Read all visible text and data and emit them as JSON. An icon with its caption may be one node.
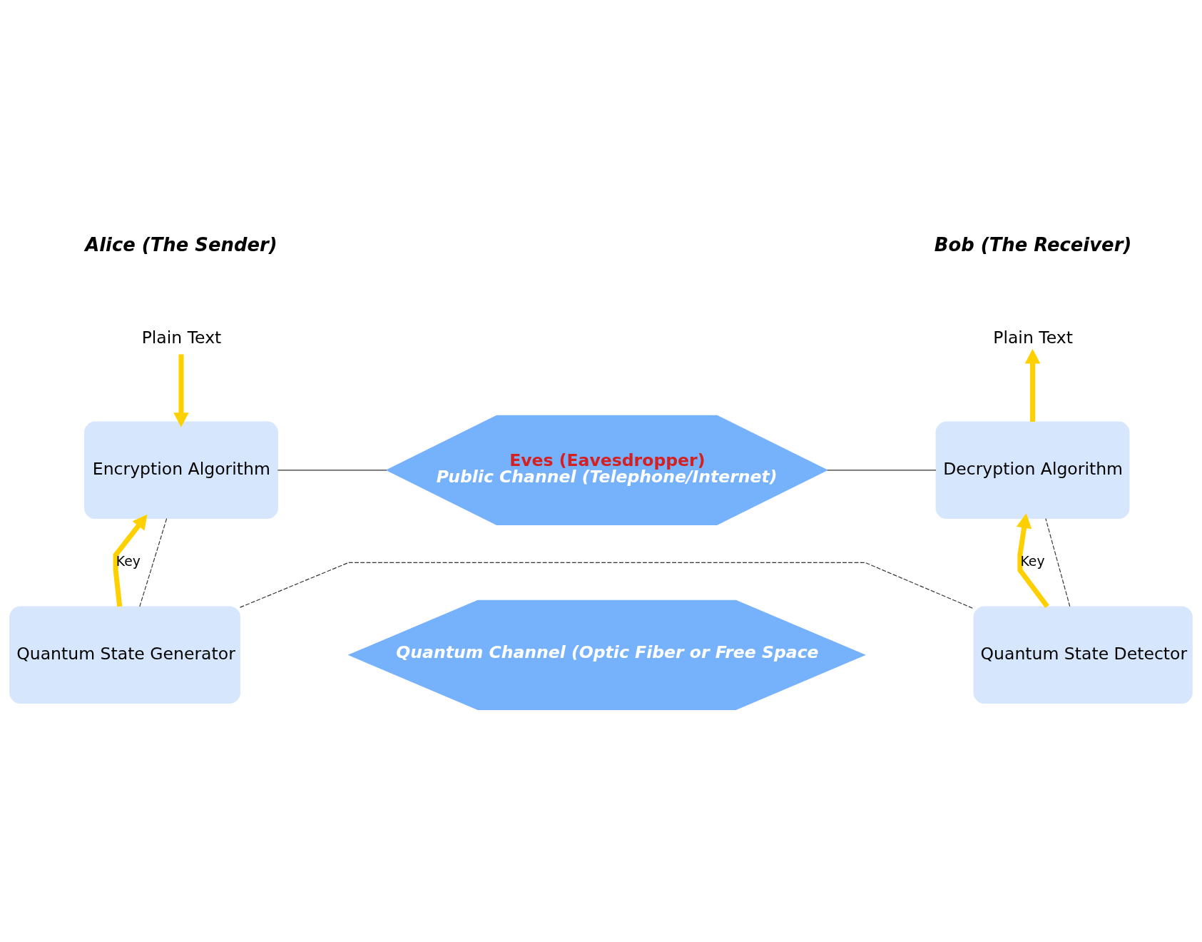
{
  "diagram": {
    "nodes": [
      {
        "text": [
          "Plain Text"
        ]
      },
      {
        "text": [
          "Encryption Algorithm"
        ]
      },
      {
        "text": [
          "Eves (Eavesdropper)",
          "Public Channel (Telephone/Internet)"
        ]
      },
      {
        "text": [
          "Decryption Algorithm"
        ]
      },
      {
        "text": [
          "Plain Text"
        ]
      },
      {
        "text": [
          "Quantum State Generator"
        ]
      },
      {
        "text": [
          "Quantum Channel (Optic Fiber or Free Space"
        ]
      },
      {
        "text": [
          "Quantum State Detector"
        ]
      }
    ],
    "edges": [
      {
        "from": 0,
        "to": 1,
        "arrow": "to",
        "style": "thick",
        "color": "#ffd000"
      },
      {
        "from": 1,
        "to": 2,
        "arrow": "none"
      },
      {
        "from": 2,
        "to": 3,
        "arrow": "none"
      },
      {
        "from": 3,
        "to": 4,
        "arrow": "to",
        "style": "thick",
        "color": "#ffd000"
      },
      {
        "from": 5,
        "to": 1,
        "arrow": "to",
        "label": "Key",
        "style": "thick",
        "color": "#ffd000"
      },
      {
        "from": 7,
        "to": 3,
        "arrow": "to",
        "label": "Key",
        "style": "thick",
        "color": "#ffd000"
      },
      {
        "from": 1,
        "to": 5,
        "arrow": "none",
        "style": "dashed"
      },
      {
        "from": 5,
        "to": 7,
        "arrow": "none",
        "style": "dashed"
      },
      {
        "from": 7,
        "to": 3,
        "arrow": "none",
        "style": "dashed"
      }
    ],
    "labels": [
      "Alice (The Sender)",
      "Bob (The Receiver)"
    ]
  }
}
